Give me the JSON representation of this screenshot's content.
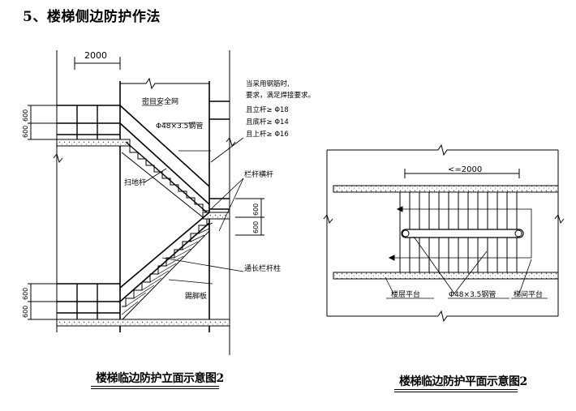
{
  "title": "5、楼梯侧边防护作法",
  "elevation": {
    "dim_width": "2000",
    "label_net": "密目安全网",
    "label_pipe": "Φ48×3.5钢管",
    "label_scaffold": "扫地杆",
    "label_rail": "栏杆横杆",
    "label_post": "通长栏杆柱",
    "label_toe": "踢脚板",
    "note_lines": [
      "当采用钢筋时,",
      "要求，满足焊接要求。",
      "且立杆≥  Φ18",
      "且底杆≥  Φ14",
      "且上杆≥  Φ16"
    ],
    "dim_600_top_a": "600",
    "dim_600_top_b": "600",
    "dim_600_bot_a": "600",
    "dim_600_bot_b": "600",
    "dim_600_mid_a": "600",
    "dim_600_mid_b": "600",
    "caption": "楼梯临边防护立面示意图2"
  },
  "plan": {
    "dim_width": "<=2000",
    "label_floor": "楼层平台",
    "label_pipe": "Φ48×3.5钢管",
    "label_landing": "梯间平台",
    "caption": "楼梯临边防护平面示意图2"
  }
}
